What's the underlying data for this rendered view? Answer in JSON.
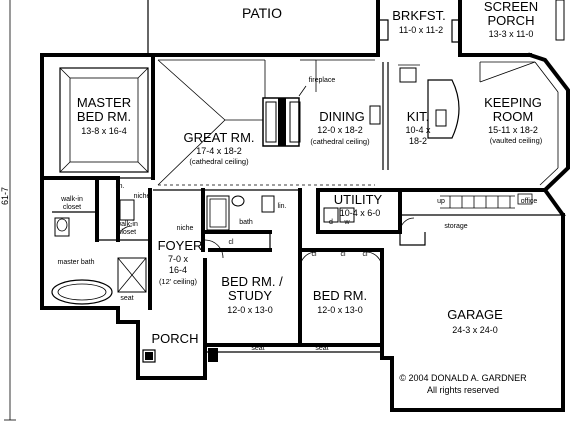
{
  "rooms": {
    "patio": {
      "name": "PATIO"
    },
    "breakfast": {
      "name": "BRKFST.",
      "dim": "11-0 x 11-2"
    },
    "screen_porch": {
      "name1": "SCREEN",
      "name2": "PORCH",
      "dim": "13-3 x 11-0"
    },
    "master_bed": {
      "name1": "MASTER",
      "name2": "BED RM.",
      "dim": "13-8 x 16-4"
    },
    "great_room": {
      "name": "GREAT RM.",
      "dim": "17-4 x 18-2",
      "note": "(cathedral ceiling)"
    },
    "fireplace": {
      "label": "fireplace"
    },
    "dining": {
      "name": "DINING",
      "dim": "12-0 x 18-2",
      "note": "(cathedral ceiling)"
    },
    "kitchen": {
      "name": "KIT.",
      "dim1": "10-4 x",
      "dim2": "18-2"
    },
    "keeping_room": {
      "name1": "KEEPING",
      "name2": "ROOM",
      "dim": "15-11 x 18-2",
      "note": "(vaulted ceiling)"
    },
    "utility": {
      "name": "UTILITY",
      "dim": "10-4 x 6-0"
    },
    "foyer": {
      "name": "FOYER",
      "dim1": "7-0 x",
      "dim2": "16-4",
      "note": "(12' ceiling)"
    },
    "bed_study": {
      "name1": "BED RM. /",
      "name2": "STUDY",
      "dim": "12-0 x 13-0"
    },
    "bed_room": {
      "name": "BED RM.",
      "dim": "12-0 x 13-0"
    },
    "garage": {
      "name": "GARAGE",
      "dim": "24-3 x 24-0"
    },
    "porch": {
      "name": "PORCH"
    },
    "master_bath": {
      "name": "master bath"
    }
  },
  "labels": {
    "walk_in_closet": "walk-in",
    "closet": "closet",
    "niche": "niche",
    "lin": "lin.",
    "bath": "bath",
    "cl": "cl",
    "seat": "seat",
    "d": "d",
    "w": "w",
    "up": "up",
    "office": "office",
    "storage": "storage"
  },
  "dimension_side": "61-7",
  "copyright": {
    "line1": "© 2004 DONALD A. GARDNER",
    "line2": "All rights reserved"
  }
}
